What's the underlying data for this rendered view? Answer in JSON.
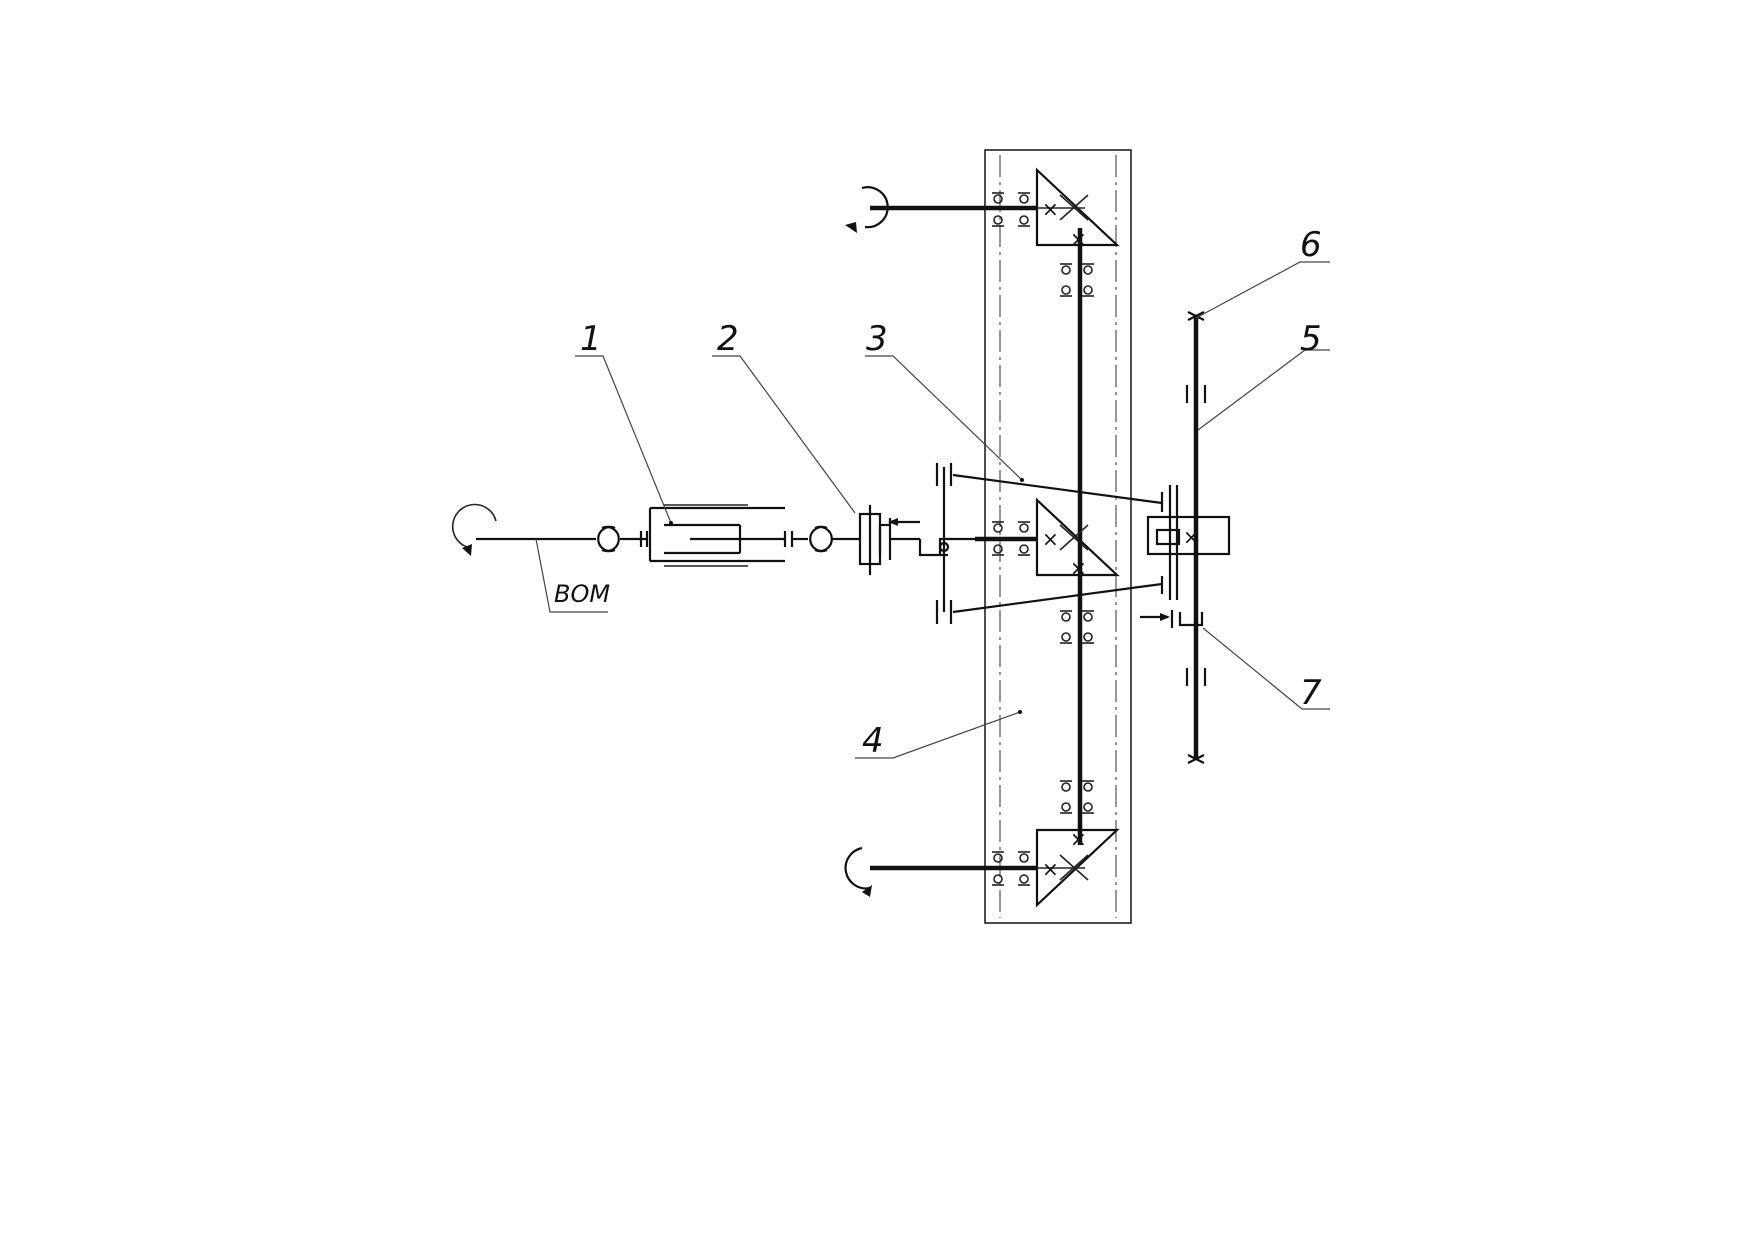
{
  "labels": {
    "l1": "1",
    "l2": "2",
    "l3": "3",
    "l4": "4",
    "l5": "5",
    "l6": "6",
    "l7": "7",
    "bom": "ВОМ"
  },
  "colors": {
    "line": "#111111",
    "background": "#ffffff"
  }
}
